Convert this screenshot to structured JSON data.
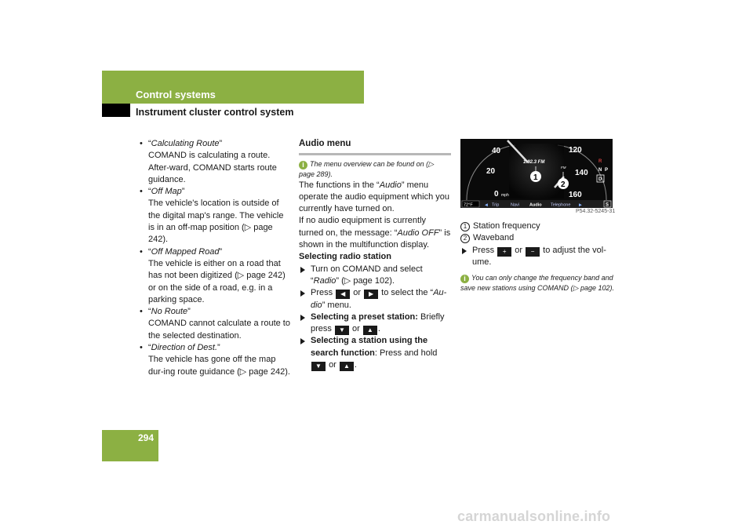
{
  "header": {
    "title": "Control systems",
    "subtitle": "Instrument cluster control system",
    "page_number": "294"
  },
  "left_column": {
    "items": [
      {
        "term": "Calculating Route",
        "description": "COMAND is calculating a route. After-ward, COMAND starts route guidance."
      },
      {
        "term": "Off Map",
        "description": "The vehicle's location is outside of the digital map's range. The vehicle is in an off-map position (▷ page 242)."
      },
      {
        "term": "Off Mapped Road",
        "description": "The vehicle is either on a road that has not been digitized (▷ page 242) or on the side of a road, e.g. in a parking space."
      },
      {
        "term": "No Route",
        "description": "COMAND cannot calculate a route to the selected destination."
      },
      {
        "term": "Direction of Dest.",
        "description": "The vehicle has gone off the map dur-ing route guidance (▷ page 242)."
      }
    ]
  },
  "middle_column": {
    "section_title": "Audio menu",
    "note": "The menu overview can be found on (▷ page 289).",
    "para1_pre": "The functions in the “",
    "para1_term": "Audio",
    "para1_post": "” menu operate the audio equipment which you currently have turned on.",
    "para2_pre": "If no audio equipment is currently turned on, the message: “",
    "para2_term": "Audio OFF",
    "para2_post": "” is shown in the multifunction display.",
    "subheading": "Selecting radio station",
    "step1_pre": "Turn on COMAND and select “",
    "step1_term": "Radio",
    "step1_post": "” (▷ page 102).",
    "step2_a": "Press",
    "step2_b": "or",
    "step2_c": "to select the “",
    "step2_term": "Au-dio",
    "step2_d": "” menu.",
    "step3_bold": "Selecting a preset station:",
    "step3_a": "Briefly press",
    "step3_b": "or",
    "step3_c": ".",
    "step4_bold": "Selecting a station using the search function",
    "step4_a": ": Press and hold",
    "step4_b": "or",
    "step4_c": "."
  },
  "right_column": {
    "legend": [
      {
        "num": "1",
        "label": "Station frequency"
      },
      {
        "num": "2",
        "label": "Waveband"
      }
    ],
    "step_a": "Press",
    "step_b": "or",
    "step_c": "to adjust the vol-ume.",
    "note": "You can only change the frequency band and save new stations using COMAND (▷ page 102)."
  },
  "keys": {
    "left": "◀",
    "right": "▶",
    "down": "▼",
    "up": "▲",
    "plus": "+",
    "minus": "−"
  },
  "cluster": {
    "frequency": "1:92.3 FM",
    "band": "FM",
    "speeds": [
      "40",
      "20",
      "0",
      "120",
      "140",
      "160"
    ],
    "unit": "mph",
    "temp": "72°F",
    "menu": [
      "Trip",
      "Navi",
      "Audio",
      "Telephone"
    ],
    "gears": [
      "R",
      "N",
      "P",
      "D"
    ],
    "s_label": "S",
    "callouts": [
      "1",
      "2"
    ],
    "figure_id": "P54.32-5245-31"
  },
  "footer": {
    "site": "carmanualsonline.info"
  },
  "colors": {
    "brand_green": "#8cb043",
    "rule_grey": "#b7b7b7",
    "text": "#1a1a1a"
  }
}
